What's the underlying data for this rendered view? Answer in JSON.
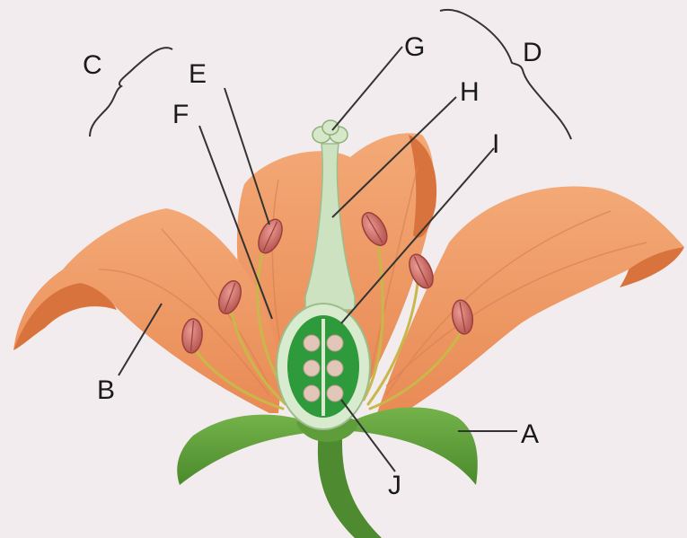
{
  "labels": {
    "a": "A",
    "b": "B",
    "c": "C",
    "d": "D",
    "e": "E",
    "f": "F",
    "g": "G",
    "h": "H",
    "i": "I",
    "j": "J"
  },
  "colors": {
    "background": "#f2ecef",
    "petal": "#ee9a66",
    "petal_shade": "#d9733d",
    "sepal": "#5e9d3a",
    "stem": "#4e8a30",
    "anther": "#c9645f",
    "filament": "#c8b84a",
    "style": "#cde2c0",
    "ovary_wall": "#d9ebce",
    "ovary_inner": "#2f9a3c",
    "ovule": "#e2c7b8",
    "leader": "#333333"
  }
}
